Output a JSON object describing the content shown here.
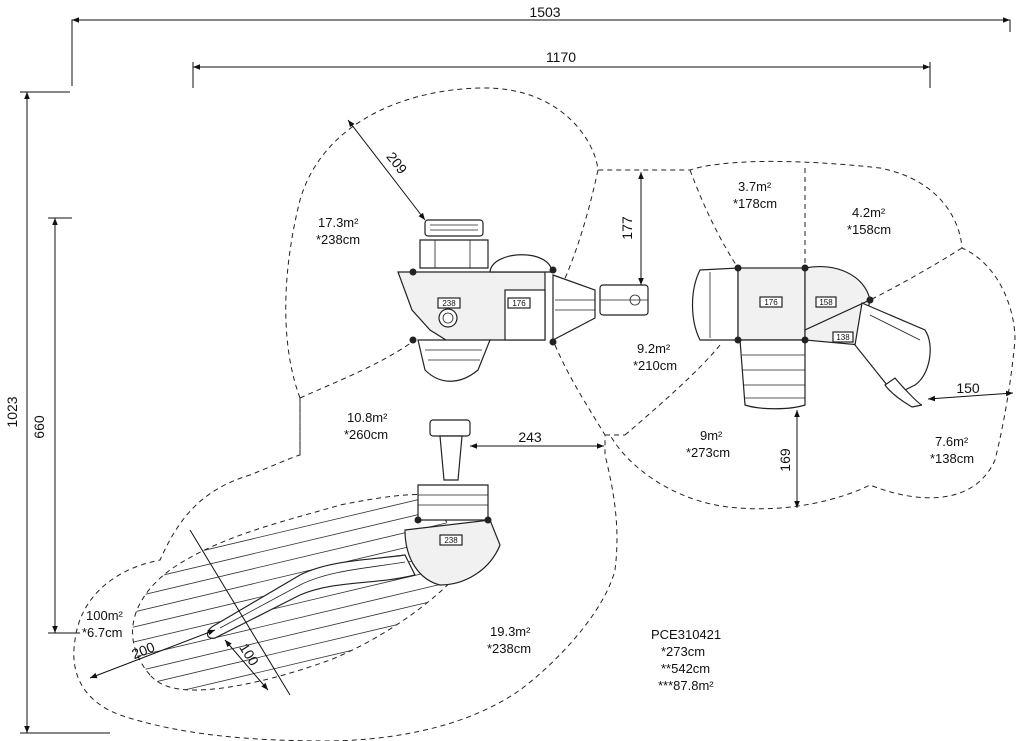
{
  "dimensions": {
    "total_width": "1503",
    "inner_width": "1170",
    "total_height": "1023",
    "inner_height": "660",
    "d_209": "209",
    "d_177": "177",
    "d_243": "243",
    "d_169": "169",
    "d_150": "150",
    "d_200": "200",
    "d_100": "100"
  },
  "zones": {
    "z1": {
      "area": "17.3m²",
      "height": "*238cm"
    },
    "z2": {
      "area": "3.7m²",
      "height": "*178cm"
    },
    "z3": {
      "area": "4.2m²",
      "height": "*158cm"
    },
    "z4": {
      "area": "9.2m²",
      "height": "*210cm"
    },
    "z5": {
      "area": "10.8m²",
      "height": "*260cm"
    },
    "z6": {
      "area": "9m²",
      "height": "*273cm"
    },
    "z7": {
      "area": "7.6m²",
      "height": "*138cm"
    },
    "z8": {
      "area": "100m²",
      "height": "*6.7cm"
    },
    "z9": {
      "area": "19.3m²",
      "height": "*238cm"
    }
  },
  "platform_tags": {
    "t1": "238",
    "t2": "176",
    "t3": "176",
    "t4": "158",
    "t5": "138",
    "t6": "238"
  },
  "product": {
    "code": "PCE310421",
    "line1": "*273cm",
    "line2": "**542cm",
    "line3": "***87.8m²"
  }
}
